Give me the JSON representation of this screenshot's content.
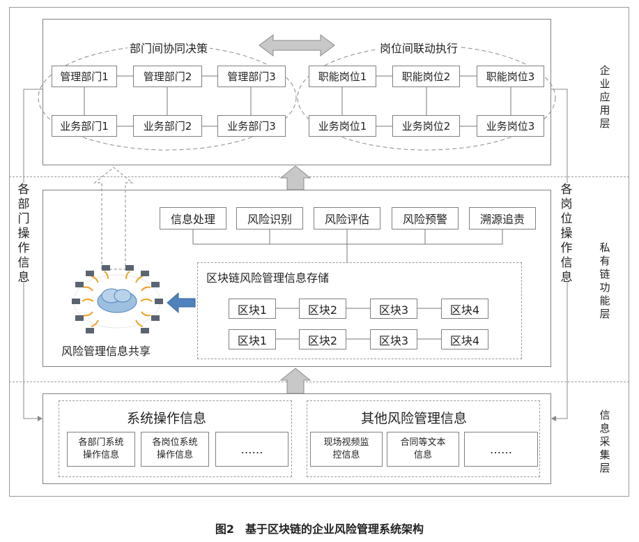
{
  "layers": {
    "application": "企业应用层",
    "private_chain": "私有链功能层",
    "collection": "信息采集层"
  },
  "side_labels": {
    "left": "各部门操作信息",
    "right": "各岗位操作信息"
  },
  "application_layer": {
    "left_group_title": "部门间协同决策",
    "right_group_title": "岗位间联动执行",
    "mgmt_depts": [
      "管理部门1",
      "管理部门2",
      "管理部门3"
    ],
    "biz_depts": [
      "业务部门1",
      "业务部门2",
      "业务部门3"
    ],
    "func_posts": [
      "职能岗位1",
      "职能岗位2",
      "职能岗位3"
    ],
    "biz_posts": [
      "业务岗位1",
      "业务岗位2",
      "业务岗位3"
    ]
  },
  "chain_layer": {
    "functions": [
      "信息处理",
      "风险识别",
      "风险评估",
      "风险预警",
      "溯源追责"
    ],
    "storage_title": "区块链风险管理信息存储",
    "blocks_row1": [
      "区块1",
      "区块2",
      "区块3",
      "区块4"
    ],
    "blocks_row2": [
      "区块1",
      "区块2",
      "区块3",
      "区块4"
    ],
    "sharing_label": "风险管理信息共享"
  },
  "collection_layer": {
    "system_title": "系统操作信息",
    "system_items": [
      "各部门系统\n操作信息",
      "各岗位系统\n操作信息",
      "……"
    ],
    "other_title": "其他风险管理信息",
    "other_items": [
      "现场视频监\n控信息",
      "合同等文本\n信息",
      "……"
    ]
  },
  "caption": "图2　基于区块链的企业风险管理系统架构",
  "colors": {
    "border": "#808080",
    "arrow_gray": "#bfbfbf",
    "arrow_blue": "#4f81bd"
  }
}
